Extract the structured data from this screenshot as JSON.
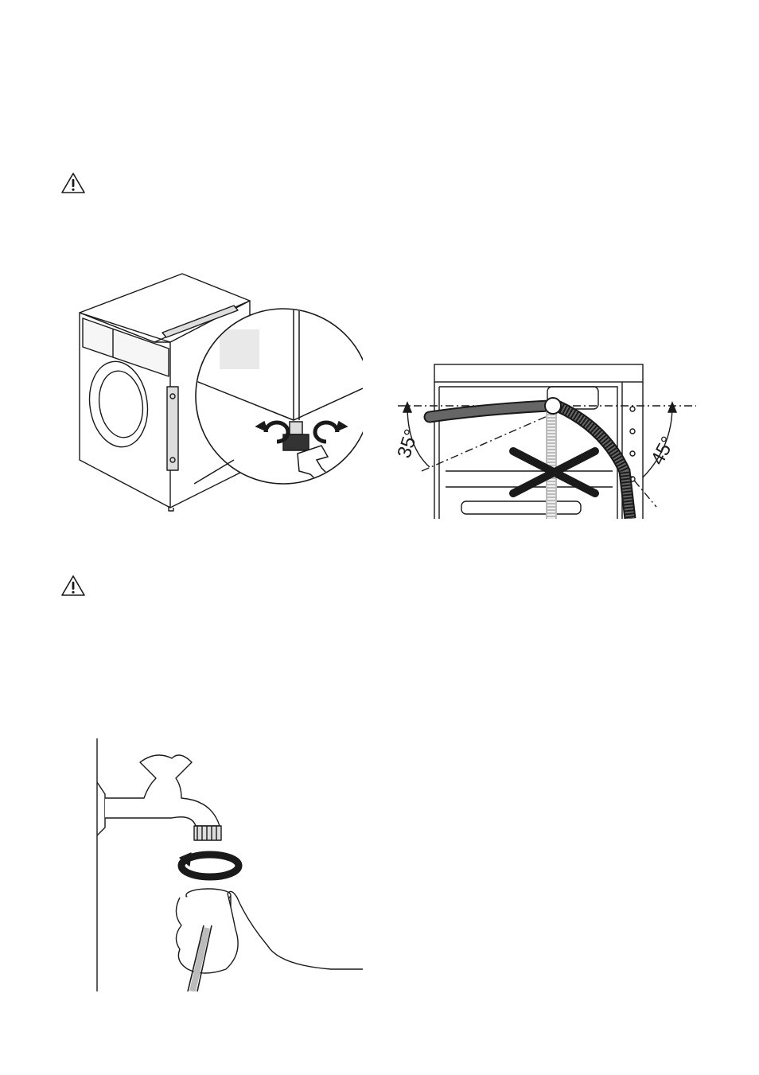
{
  "warnings": {
    "icon_1": "warning-triangle-icon",
    "icon_2": "warning-triangle-icon"
  },
  "figures": {
    "leveling": {
      "description_icons": [
        "washing-machine",
        "spirit-level",
        "adjustable-foot",
        "wrench",
        "rotation-arrows"
      ]
    },
    "hose_angles": {
      "angle_left": "35°",
      "angle_right": "45°"
    },
    "tap": {
      "description_icons": [
        "water-tap",
        "hose-connector",
        "rotation-arrow",
        "hand"
      ]
    }
  },
  "colors": {
    "line": "#1a1a1a",
    "hose_dark": "#555555",
    "hose_light": "#bbbbbb",
    "panel": "#e9e9e9"
  }
}
